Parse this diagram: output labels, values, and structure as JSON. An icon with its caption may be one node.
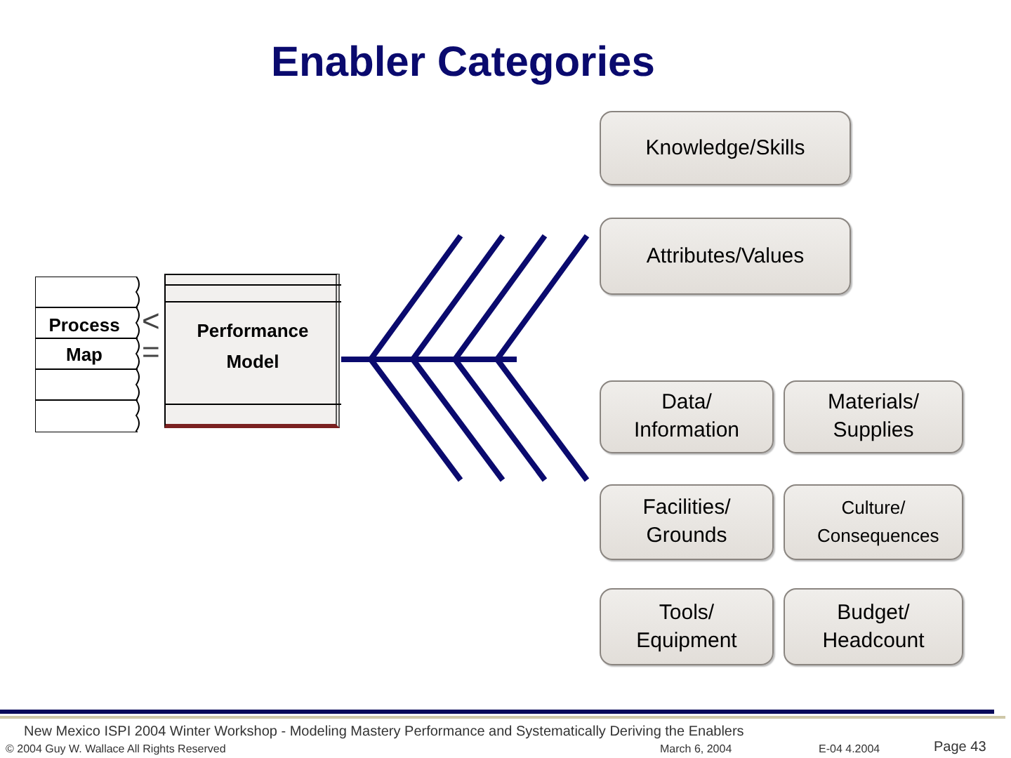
{
  "diagram": {
    "title": "Enabler Categories",
    "nodes": [
      {
        "text": [
          "Knowledge/Skills"
        ]
      },
      {
        "text": [
          "Attributes/Values"
        ]
      },
      {
        "text": [
          "Process Map"
        ]
      },
      {
        "text": [
          "Performance Model"
        ]
      },
      {
        "text": [
          "Data/ Information"
        ]
      },
      {
        "text": [
          "Materials/ Supplies"
        ]
      },
      {
        "text": [
          "Facilities/ Grounds"
        ]
      },
      {
        "text": [
          "Culture/ Consequences"
        ]
      },
      {
        "text": [
          "Tools/ Equipment"
        ]
      },
      {
        "text": [
          "Budget/ Headcount"
        ]
      }
    ],
    "labels": [
      "<",
      "=",
      "New Mexico ISPI 2004 Winter Workshop - Modeling Mastery Performance and Systematically Deriving the Enablers",
      "© 2004 Guy W. Wallace All Rights Reserved",
      "March 6, 2004",
      "E-04 4.2004",
      "Page 43"
    ]
  }
}
